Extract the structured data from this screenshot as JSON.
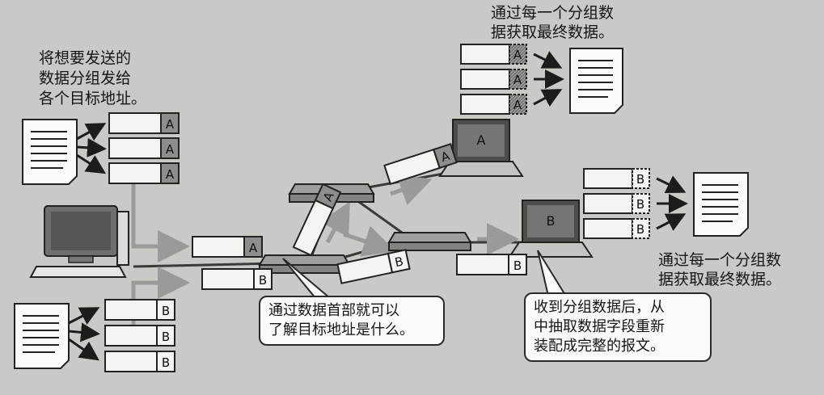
{
  "labels": {
    "top_right_note": [
      "通过每一个分组数",
      "据获取最终数据。"
    ],
    "left_note": [
      "将想要发送的",
      "数据分组发给",
      "各个目标地址。"
    ],
    "right_note": [
      "通过每一个分组数",
      "据获取最终数据。"
    ],
    "callout_header": [
      "通过数据首部就可以",
      "了解目标地址是什么。"
    ],
    "callout_reassemble": [
      "收到分组数据后，从",
      "中抽取数据字段重新",
      "装配成完整的报文。"
    ]
  },
  "packet_letters": {
    "a": "A",
    "b": "B"
  },
  "laptop_letters": {
    "a": "A",
    "b": "B"
  },
  "colors": {
    "background": "#c9c9c5",
    "packet_fill": "#f4f4f0",
    "header_fill": "#8d8d8d",
    "arrow_gray": "#9a9a9a",
    "ink": "#1c1c1c"
  }
}
